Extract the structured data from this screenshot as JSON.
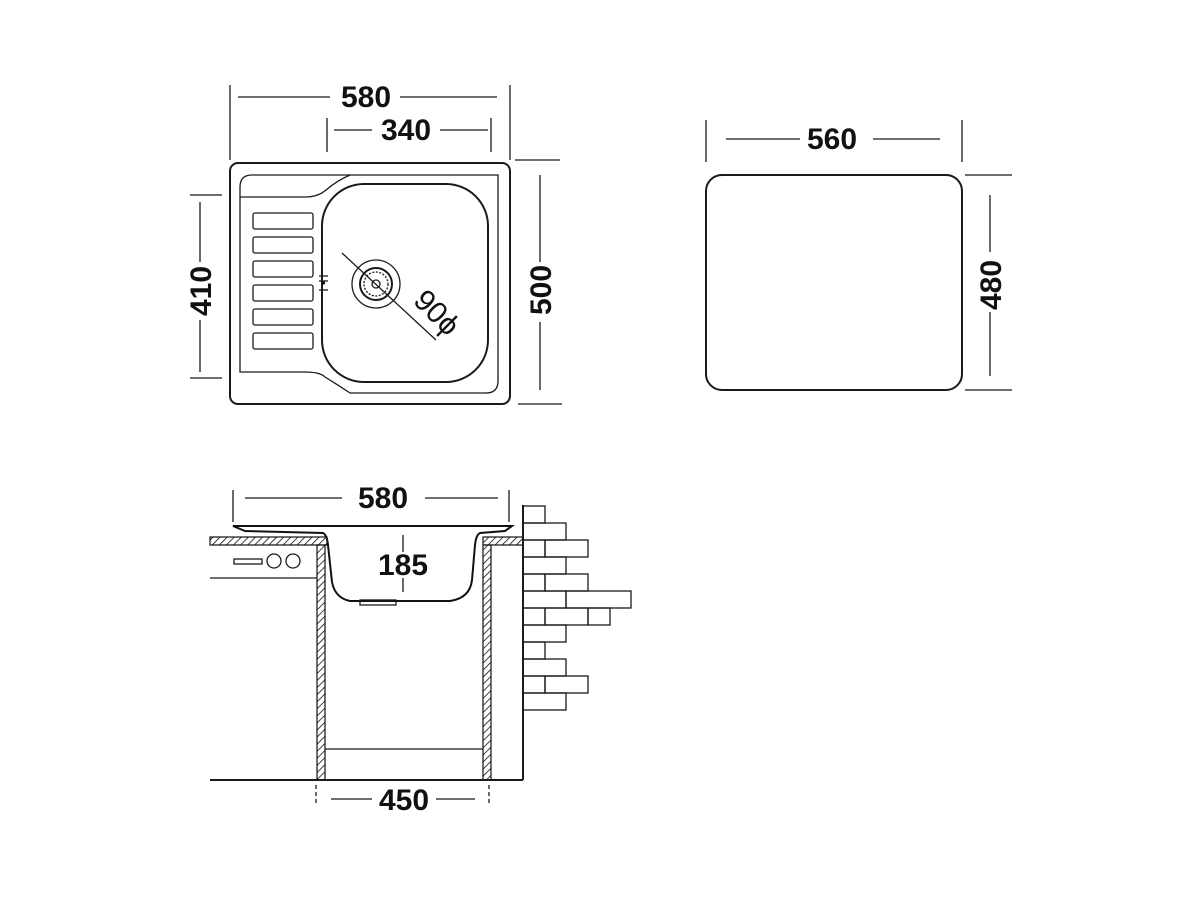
{
  "top_view": {
    "width_overall": "580",
    "bowl_width": "340",
    "bowl_length": "410",
    "length_overall": "500",
    "drain_diameter": "90ϕ"
  },
  "cutout_view": {
    "width": "560",
    "length": "480"
  },
  "section_view": {
    "width_overall": "580",
    "depth": "185",
    "cabinet_width": "450"
  }
}
